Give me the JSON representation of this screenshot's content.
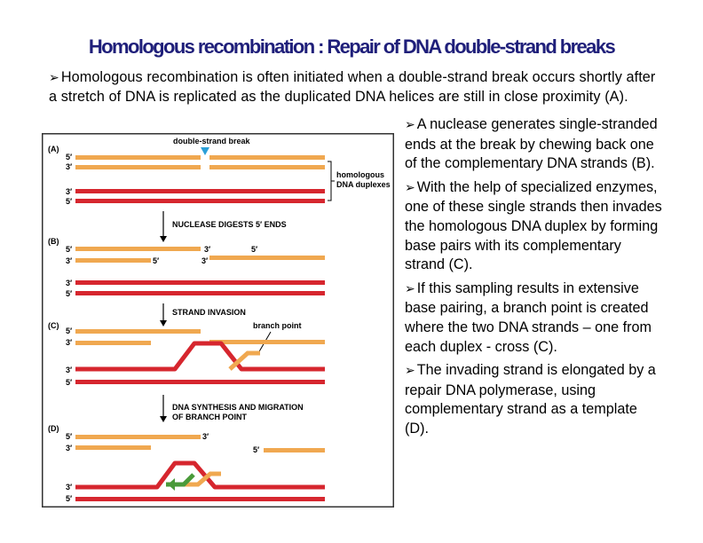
{
  "title": "Homologous recombination : Repair of DNA double-strand breaks",
  "intro": "Homologous recombination is often initiated when a double-strand break occurs shortly after a stretch of DNA is replicated as the duplicated DNA helices are still in close proximity (A).",
  "bullets": [
    "A nuclease generates single-stranded ends at the break by chewing back one of the complementary DNA strands (B).",
    "With the help of specialized enzymes, one of these single strands then invades the homologous DNA duplex by forming base pairs with its complementary strand (C).",
    "If this sampling results in extensive base pairing, a branch point is created where the two DNA strands – one from each duplex - cross (C).",
    "The invading strand is elongated by a repair DNA polymerase, using complementary strand as a template (D)."
  ],
  "figure": {
    "panels": [
      "(A)",
      "(B)",
      "(C)",
      "(D)"
    ],
    "labels": {
      "break": "double-strand break",
      "homologous_1": "homologous",
      "homologous_2": "DNA duplexes",
      "nuclease": "NUCLEASE DIGESTS 5′ ENDS",
      "invasion": "STRAND INVASION",
      "branch": "branch point",
      "synthesis_1": "DNA SYNTHESIS AND MIGRATION",
      "synthesis_2": "OF BRANCH POINT"
    },
    "ends": {
      "five": "5′",
      "three": "3′"
    }
  },
  "colors": {
    "title": "#1f1f7a",
    "orange_strand": "#f0a850",
    "red_strand": "#d6262e",
    "green_strand": "#4a9a3a",
    "break_marker": "#2a9fd8"
  }
}
